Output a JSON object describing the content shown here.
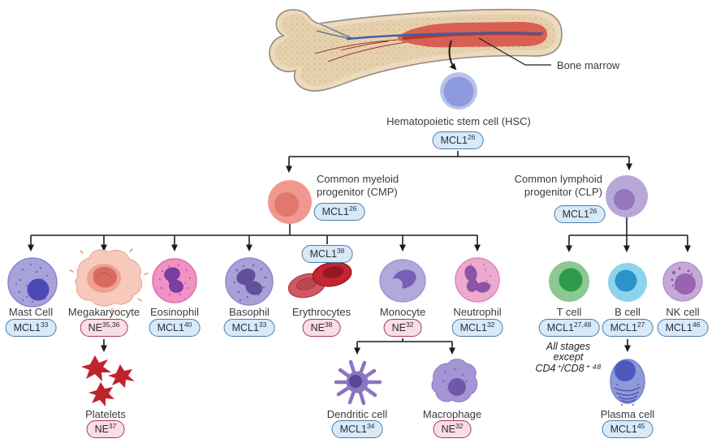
{
  "diagram": {
    "bone_label": "Bone marrow",
    "hsc": {
      "label": "Hematopoietic stem cell (HSC)",
      "badge_base": "MCL1",
      "badge_sup": "26",
      "badge_type": "mcl1"
    },
    "cmp": {
      "label_line1": "Common myeloid",
      "label_line2": "progenitor (CMP)",
      "badge_base": "MCL1",
      "badge_sup": "26",
      "badge_type": "mcl1"
    },
    "clp": {
      "label_line1": "Common lymphoid",
      "label_line2": "progenitor (CLP)",
      "badge_base": "MCL1",
      "badge_sup": "26",
      "badge_type": "mcl1"
    },
    "branch_badge": {
      "base": "MCL1",
      "sup": "38",
      "badge_type": "mcl1"
    },
    "myeloid": [
      {
        "name": "Mast Cell",
        "badge_base": "MCL1",
        "badge_sup": "33",
        "badge_type": "mcl1"
      },
      {
        "name": "Megakaryocyte",
        "badge_base": "NE",
        "badge_sup": "35,36",
        "badge_type": "ne"
      },
      {
        "name": "Eosinophil",
        "badge_base": "MCL1",
        "badge_sup": "40",
        "badge_type": "mcl1"
      },
      {
        "name": "Basophil",
        "badge_base": "MCL1",
        "badge_sup": "33",
        "badge_type": "mcl1"
      },
      {
        "name": "Erythrocytes",
        "badge_base": "NE",
        "badge_sup": "38",
        "badge_type": "ne"
      },
      {
        "name": "Monocyte",
        "badge_base": "NE",
        "badge_sup": "32",
        "badge_type": "ne"
      },
      {
        "name": "Neutrophil",
        "badge_base": "MCL1",
        "badge_sup": "32",
        "badge_type": "mcl1"
      }
    ],
    "lymphoid": [
      {
        "name": "T cell",
        "badge_base": "MCL1",
        "badge_sup": "27,48",
        "badge_type": "mcl1",
        "note": [
          "All stages",
          "except",
          "CD4⁺/CD8⁺ ⁴⁸"
        ]
      },
      {
        "name": "B cell",
        "badge_base": "MCL1",
        "badge_sup": "27",
        "badge_type": "mcl1"
      },
      {
        "name": "NK cell",
        "badge_base": "MCL1",
        "badge_sup": "46",
        "badge_type": "mcl1"
      }
    ],
    "derived": [
      {
        "name": "Platelets",
        "badge_base": "NE",
        "badge_sup": "37",
        "badge_type": "ne"
      },
      {
        "name": "Dendritic cell",
        "badge_base": "MCL1",
        "badge_sup": "34",
        "badge_type": "mcl1"
      },
      {
        "name": "Macrophage",
        "badge_base": "NE",
        "badge_sup": "32",
        "badge_type": "ne"
      },
      {
        "name": "Plasma cell",
        "badge_base": "MCL1",
        "badge_sup": "45",
        "badge_type": "mcl1"
      }
    ],
    "colors": {
      "badge_mcl1_fill": "#d8e9f8",
      "badge_mcl1_border": "#4a7da9",
      "badge_ne_fill": "#f9dde8",
      "badge_ne_border": "#a23a56",
      "connector": "#1c1c1c",
      "bone_cortex": "#ebdabd",
      "bone_marrow_red": "#d95f53",
      "hsc_blue": "#8d9ade",
      "cmp_pink": "#f0988f",
      "clp_purple": "#b8a7d9",
      "tcell_green": "#2d9b4b",
      "bcell_blue": "#2c93c8",
      "nkcell_purple": "#9764ad"
    }
  }
}
